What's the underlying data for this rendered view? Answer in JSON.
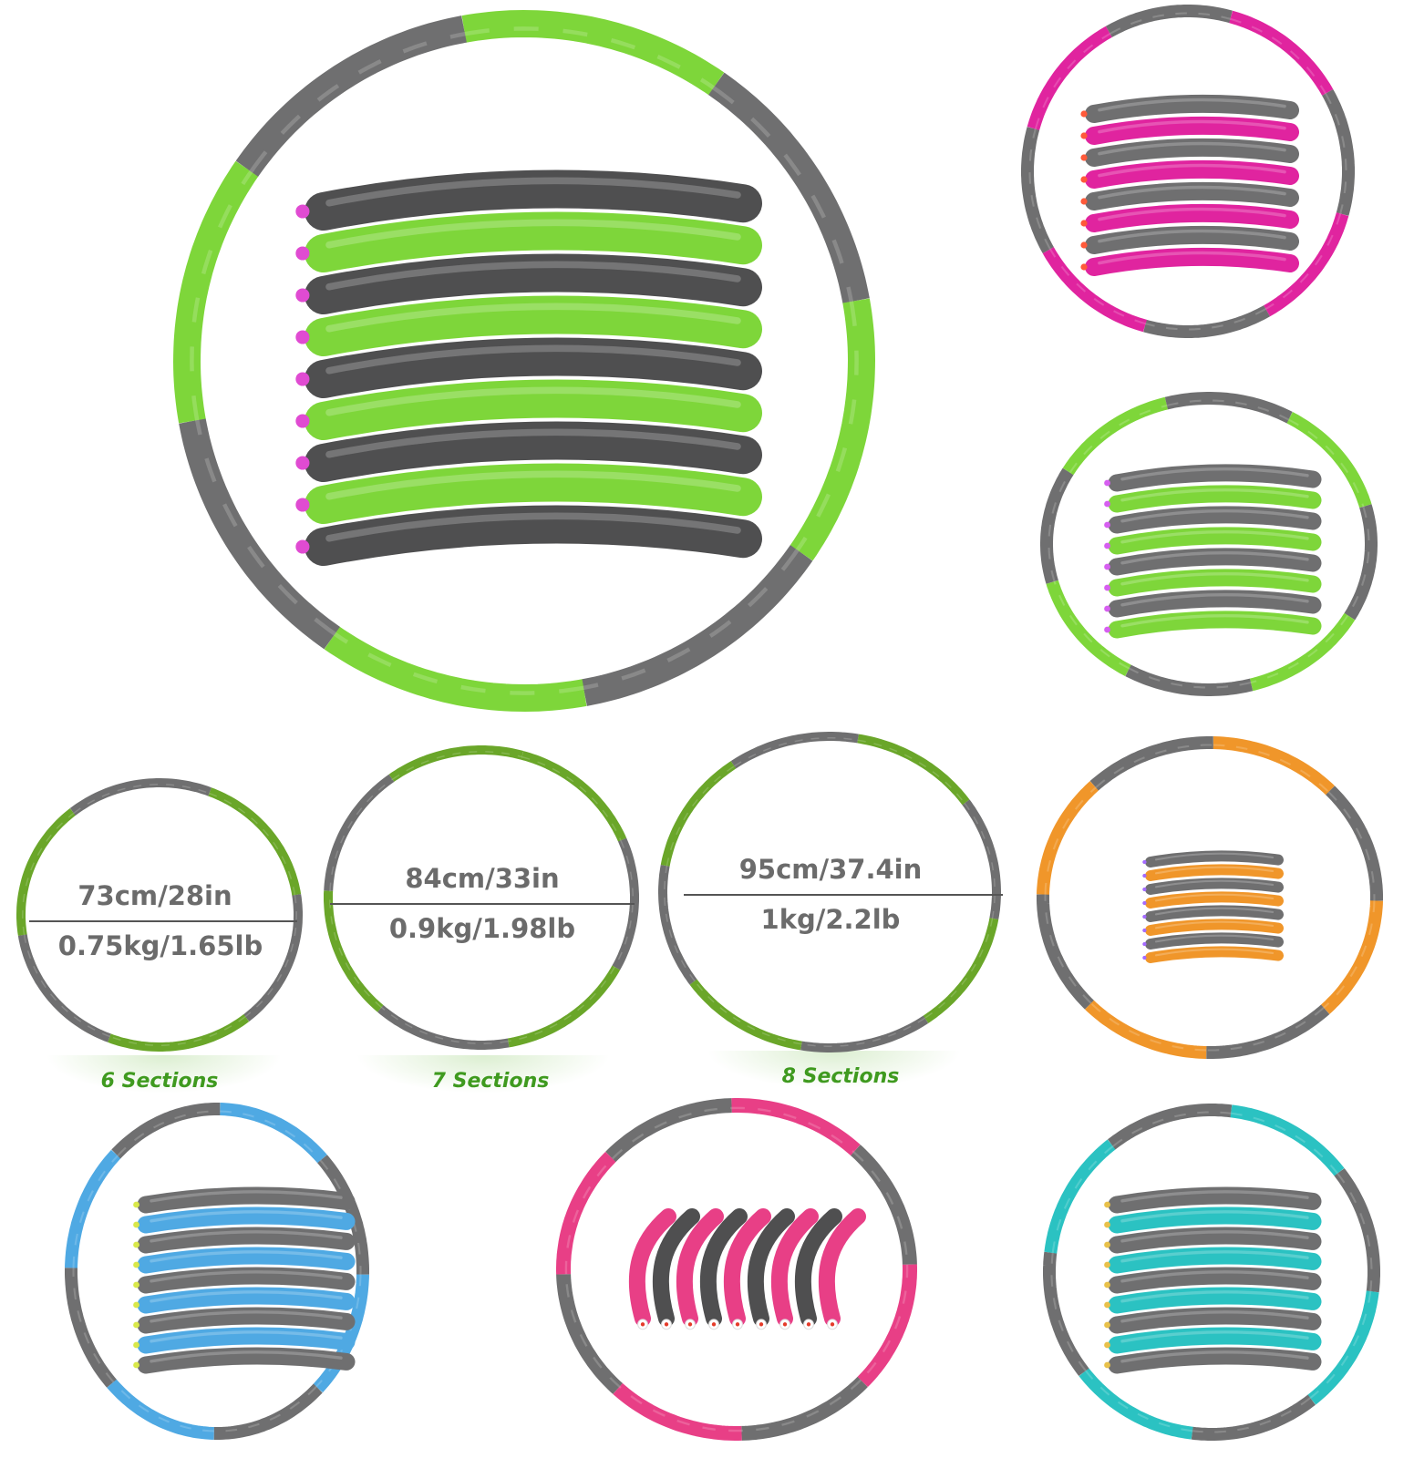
{
  "colors": {
    "gray": "#6f6f70",
    "dark_gray": "#4f4f50",
    "green": "#7ed63a",
    "olive_green": "#6aa629",
    "magenta": "#e0249f",
    "orange": "#f0962a",
    "blue": "#4fa9e3",
    "pink": "#e83f86",
    "teal": "#2bc2c2"
  },
  "sizes": [
    {
      "diameter": "73cm/28in",
      "weight": "0.75kg/1.65lb",
      "sections": "6 Sections"
    },
    {
      "diameter": "84cm/33in",
      "weight": "0.9kg/1.98lb",
      "sections": "7 Sections"
    },
    {
      "diameter": "95cm/37.4in",
      "weight": "1kg/2.2lb",
      "sections": "8 Sections"
    }
  ]
}
